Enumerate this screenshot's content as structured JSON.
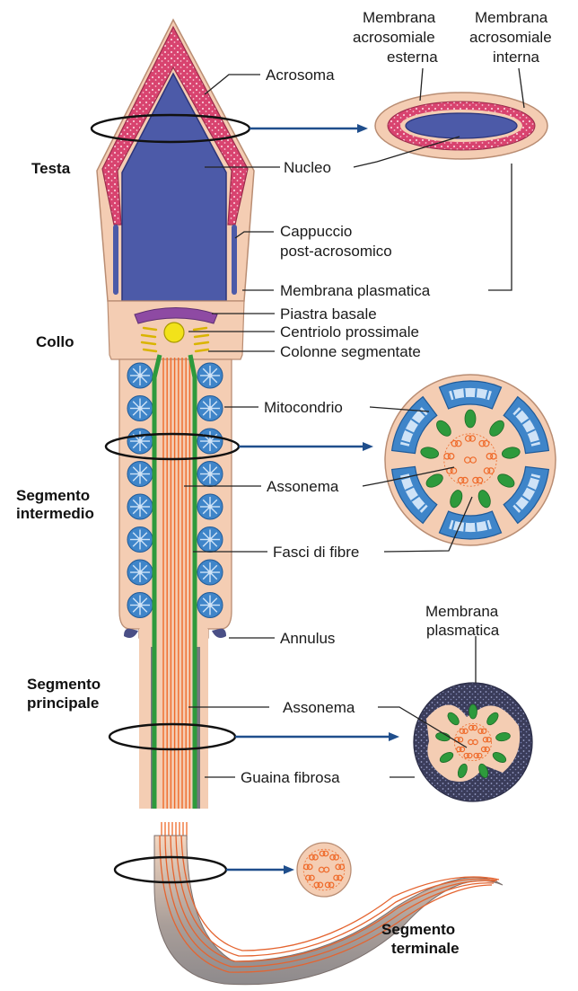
{
  "sections": {
    "head": "Testa",
    "neck": "Collo",
    "midpiece_1": "Segmento",
    "midpiece_2": "intermedio",
    "principal_1": "Segmento",
    "principal_2": "principale",
    "end_1": "Segmento",
    "end_2": "terminale"
  },
  "labels": {
    "outer_membrane_1": "Membrana",
    "outer_membrane_2": "acrosomiale",
    "outer_membrane_3": "esterna",
    "inner_membrane_1": "Membrana",
    "inner_membrane_2": "acrosomiale",
    "inner_membrane_3": "interna",
    "acrosome": "Acrosoma",
    "nucleus": "Nucleo",
    "postacrosomal_1": "Cappuccio",
    "postacrosomal_2": "post-acrosomico",
    "plasma_membrane": "Membrana plasmatica",
    "basal_plate": "Piastra basale",
    "proximal_centriole": "Centriolo prossimale",
    "segmented_columns": "Colonne segmentate",
    "mitochondrion": "Mitocondrio",
    "axoneme": "Assonema",
    "fiber_bundles": "Fasci di fibre",
    "annulus": "Annulus",
    "plasma_membrane_2a": "Membrana",
    "plasma_membrane_2b": "plasmatica",
    "axoneme_2": "Assonema",
    "fibrous_sheath": "Guaina fibrosa"
  },
  "colors": {
    "cytoplasm": "#f6d5bd",
    "acrosome": "#d63b6c",
    "nucleus": "#4c5aa8",
    "mitochondria": "#3f85c9",
    "dense_fibers": "#2e9a3c",
    "axoneme": "#ef6a2a",
    "fibrous_sheath": "#3d3f5c",
    "arrows": "#1f4e8c"
  }
}
